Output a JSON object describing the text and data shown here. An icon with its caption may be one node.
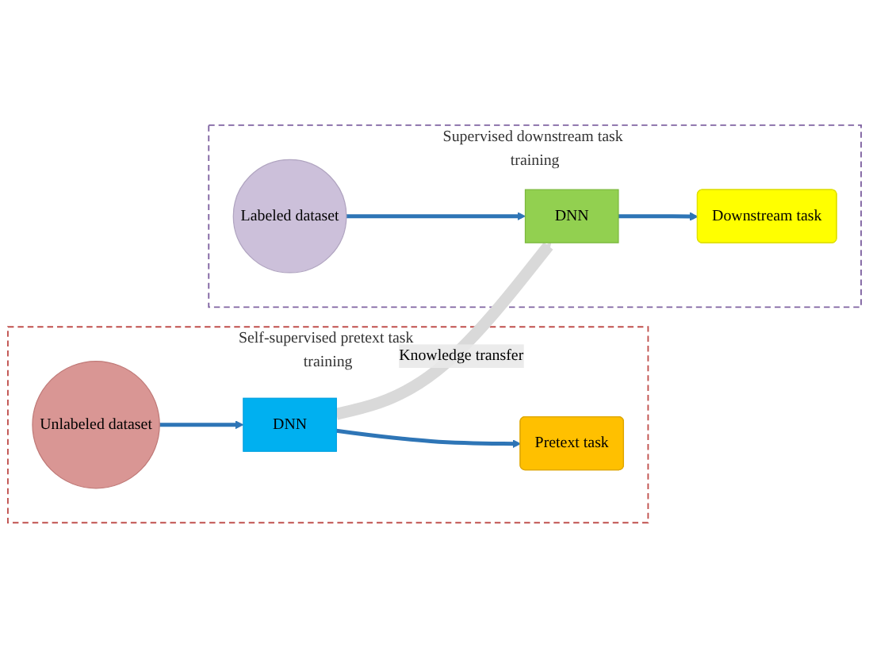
{
  "diagram": {
    "nodes": [
      {
        "text": [
          "Self-supervised pretext task training"
        ]
      },
      {
        "text": [
          "Unlabeled dataset"
        ],
        "in": 0
      },
      {
        "text": [
          "DNN"
        ],
        "in": 0
      },
      {
        "text": [
          "Pretext task"
        ],
        "in": 0
      },
      {
        "text": [
          "Supervised downstream task training"
        ]
      },
      {
        "text": [
          "Labeled dataset"
        ],
        "in": 4
      },
      {
        "text": [
          "DNN"
        ],
        "in": 4
      },
      {
        "text": [
          "Downstream task"
        ],
        "in": 4
      }
    ],
    "edges": [
      {
        "from": 1,
        "to": 2,
        "arrow": "to"
      },
      {
        "from": 2,
        "to": 3,
        "arrow": "to"
      },
      {
        "from": 2,
        "to": 6,
        "arrow": "to",
        "style": "thick",
        "color": "#d9d9d9",
        "label": "Knowledge transfer"
      },
      {
        "from": 5,
        "to": 6,
        "arrow": "to"
      },
      {
        "from": 6,
        "to": 7,
        "arrow": "to"
      }
    ]
  }
}
